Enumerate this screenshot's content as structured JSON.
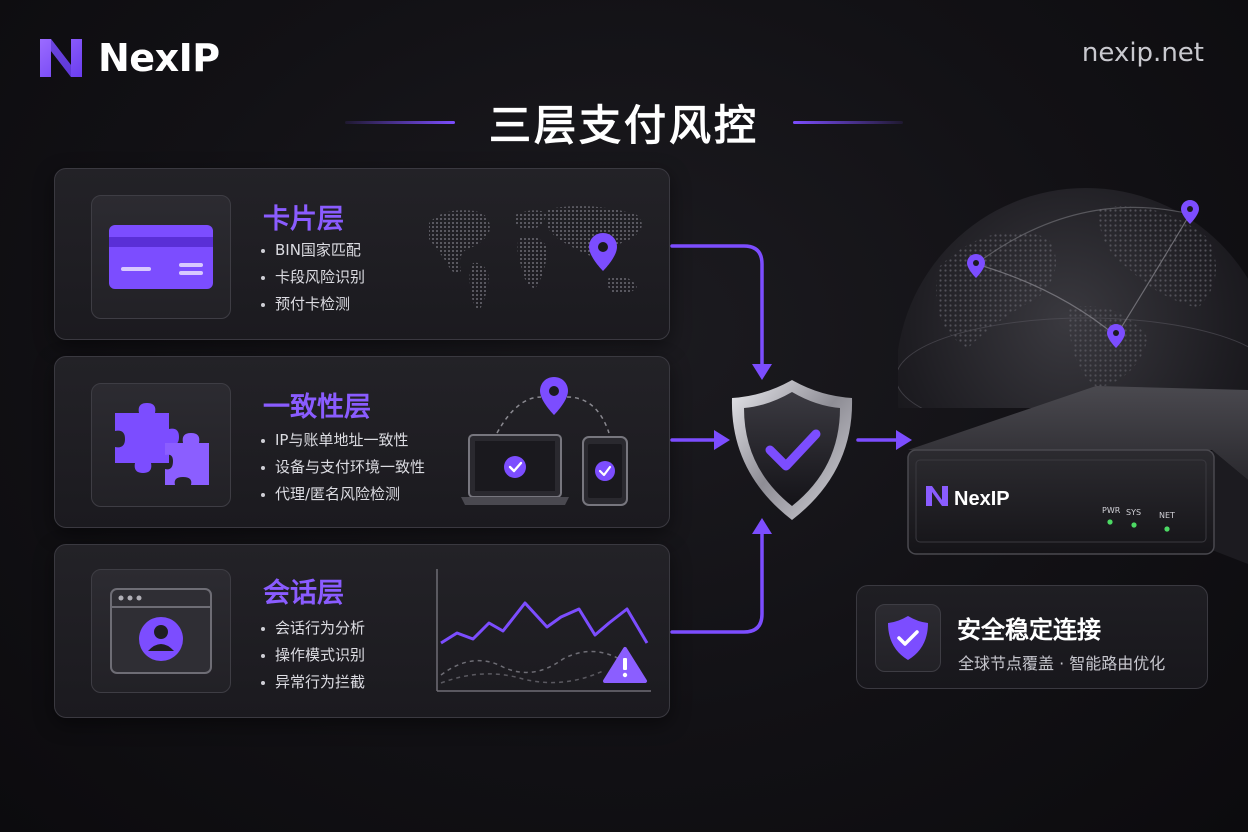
{
  "header": {
    "brand": "NexIP",
    "url": "nexip.net",
    "title": "三层支付风控"
  },
  "layers": [
    {
      "title": "卡片层",
      "bullets": [
        "BIN国家匹配",
        "卡段风险识别",
        "预付卡检测"
      ],
      "icon": "credit-card-icon",
      "visual": "world-map-pin"
    },
    {
      "title": "一致性层",
      "bullets": [
        "IP与账单地址一致性",
        "设备与支付环境一致性",
        "代理/匿名风险检测"
      ],
      "icon": "puzzle-icon",
      "visual": "laptop-phone-check"
    },
    {
      "title": "会话层",
      "bullets": [
        "会话行为分析",
        "操作模式识别",
        "异常行为拦截"
      ],
      "icon": "user-window-icon",
      "visual": "anomaly-chart-warning"
    }
  ],
  "device": {
    "brand": "NexIP",
    "leds": [
      "PWR",
      "SYS",
      "NET"
    ]
  },
  "status": {
    "title": "安全稳定连接",
    "subtitle": "全球节点覆盖 · 智能路由优化",
    "icon": "shield-check-icon"
  },
  "colors": {
    "accent": "#7c4dff",
    "background": "#141317",
    "led": "#4cd964"
  }
}
